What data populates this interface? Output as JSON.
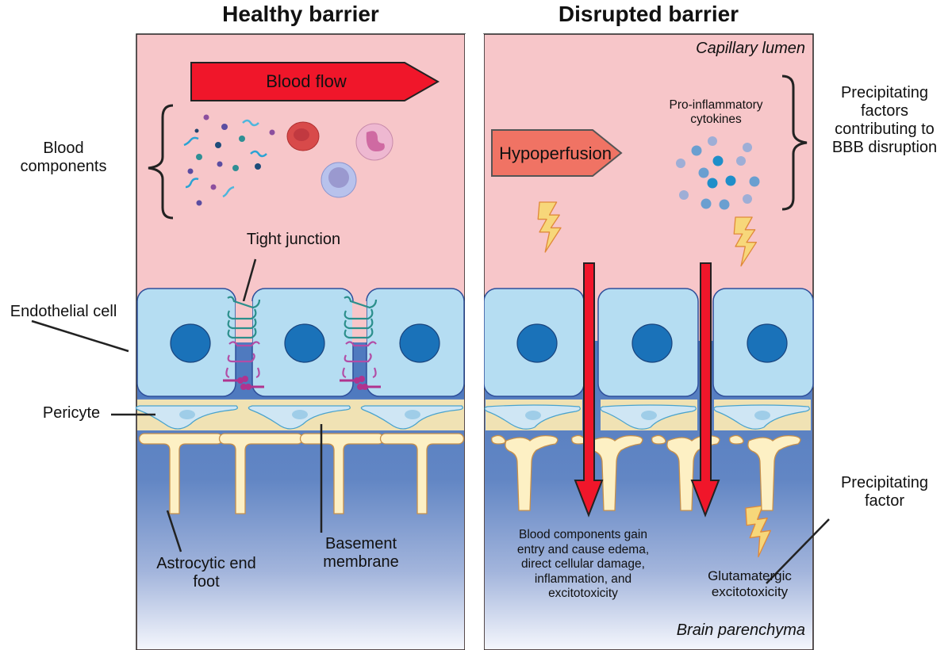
{
  "titles": {
    "left": "Healthy barrier",
    "right": "Disrupted barrier"
  },
  "regions": {
    "capillary_lumen": "Capillary lumen",
    "brain_parenchyma": "Brain parenchyma"
  },
  "left_panel": {
    "blood_flow_arrow": "Blood flow",
    "labels": {
      "blood_components": [
        "Blood",
        "components"
      ],
      "tight_junction": "Tight junction",
      "endothelial_cell": "Endothelial cell",
      "pericyte": "Pericyte",
      "astrocytic_end_foot": [
        "Astrocytic end",
        "foot"
      ],
      "basement_membrane": [
        "Basement",
        "membrane"
      ]
    },
    "blood_cells": [
      "red-blood-cell",
      "neutrophil",
      "lymphocyte"
    ]
  },
  "right_panel": {
    "hypoperfusion_arrow": "Hypoperfusion",
    "cytokines_label": [
      "Pro-inflammatory",
      "cytokines"
    ],
    "precipitating_factors_label": [
      "Precipitating",
      "factors",
      "contributing to",
      "BBB disruption"
    ],
    "precipitating_factor_label": [
      "Precipitating",
      "factor"
    ],
    "entry_effects": [
      "Blood components gain",
      "entry and cause edema,",
      "direct cellular damage,",
      "inflammation, and",
      "excitotoxicity"
    ],
    "glutamatergic": [
      "Glutamatergic",
      "excitotoxicity"
    ]
  },
  "colors": {
    "lumen": "#f7c6c9",
    "endothelial": "#b5ddf2",
    "nucleus": "#1a72b9",
    "parenchyma_top": "#4f7abf",
    "parenchyma_bottom": "#f2f4fb",
    "basement": "#f0e2b4",
    "endfoot": "#fdf0c4",
    "blood_flow": "#f0162a",
    "hypoperfusion": "#f07364",
    "lightning": "#f7d77a"
  }
}
